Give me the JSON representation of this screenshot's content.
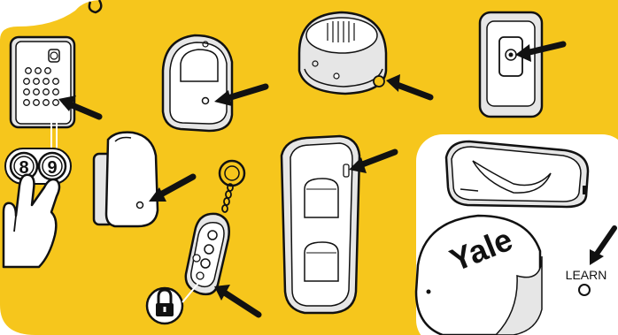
{
  "colors": {
    "background": "#F6C61C",
    "panel": "#FFFFFF",
    "outline": "#111111",
    "device_shade": "#E6E6E6",
    "device_face": "#FFFFFF",
    "arrow": "#111111"
  },
  "keypad": {
    "key_left": "8",
    "key_right": "9"
  },
  "hub": {
    "brand": "Yale",
    "learn_label": "LEARN"
  },
  "icons": [
    "padlock-icon",
    "arrow-icon",
    "hand-icon"
  ]
}
